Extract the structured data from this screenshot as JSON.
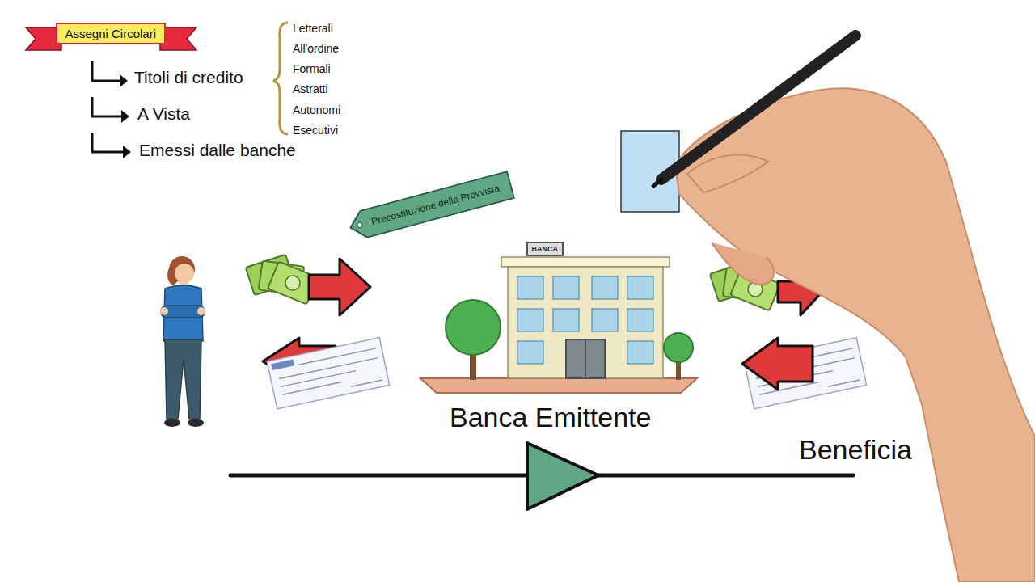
{
  "diagram": {
    "nodes": [
      {
        "text": [
          "Assegni Circolari"
        ]
      },
      {
        "text": [
          "Precostituzione della Provvista"
        ]
      },
      {
        "text": [
          "BANCA"
        ]
      }
    ],
    "labels": [
      "Titoli di credito",
      "A Vista",
      "Emessi dalle banche",
      "Letterali",
      "All'ordine",
      "Formali",
      "Astratti",
      "Autonomi",
      "Esecutivi",
      "Banca Emittente",
      "Beneficia"
    ]
  }
}
